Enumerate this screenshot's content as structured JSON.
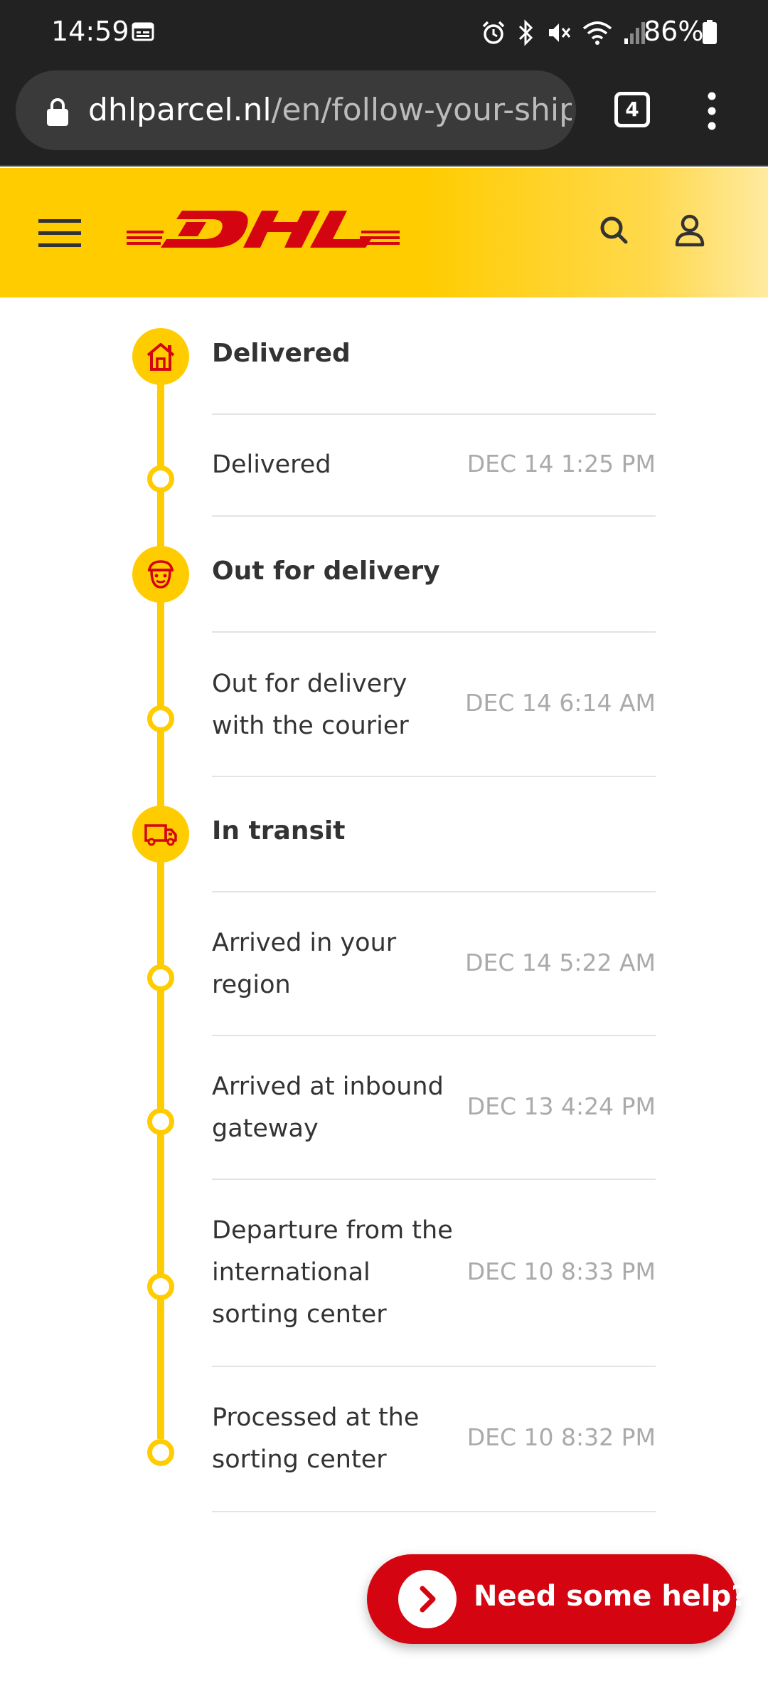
{
  "status_bar": {
    "time": "14:59",
    "battery": "86%"
  },
  "browser": {
    "url_domain": "dhlparcel.nl",
    "url_path": "/en/follow-your-shipm",
    "tab_count": "4"
  },
  "brand": {
    "name": "DHL",
    "yellow": "#ffcc00",
    "red": "#d40511"
  },
  "timeline": {
    "sections": [
      {
        "title": "Delivered",
        "icon": "house-icon",
        "events": [
          {
            "description": "Delivered",
            "time": "DEC 14 1:25 PM"
          }
        ]
      },
      {
        "title": "Out for delivery",
        "icon": "courier-icon",
        "events": [
          {
            "description": "Out for delivery with the courier",
            "time": "DEC 14 6:14 AM"
          }
        ]
      },
      {
        "title": "In transit",
        "icon": "truck-icon",
        "events": [
          {
            "description": "Arrived in your region",
            "time": "DEC 14 5:22 AM"
          },
          {
            "description": "Arrived at inbound gateway",
            "time": "DEC 13 4:24 PM"
          },
          {
            "description": "Departure from the international sorting center",
            "time": "DEC 10 8:33 PM"
          },
          {
            "description": "Processed at the sorting center",
            "time": "DEC 10 8:32 PM"
          }
        ]
      }
    ]
  },
  "help": {
    "label": "Need some help?"
  }
}
